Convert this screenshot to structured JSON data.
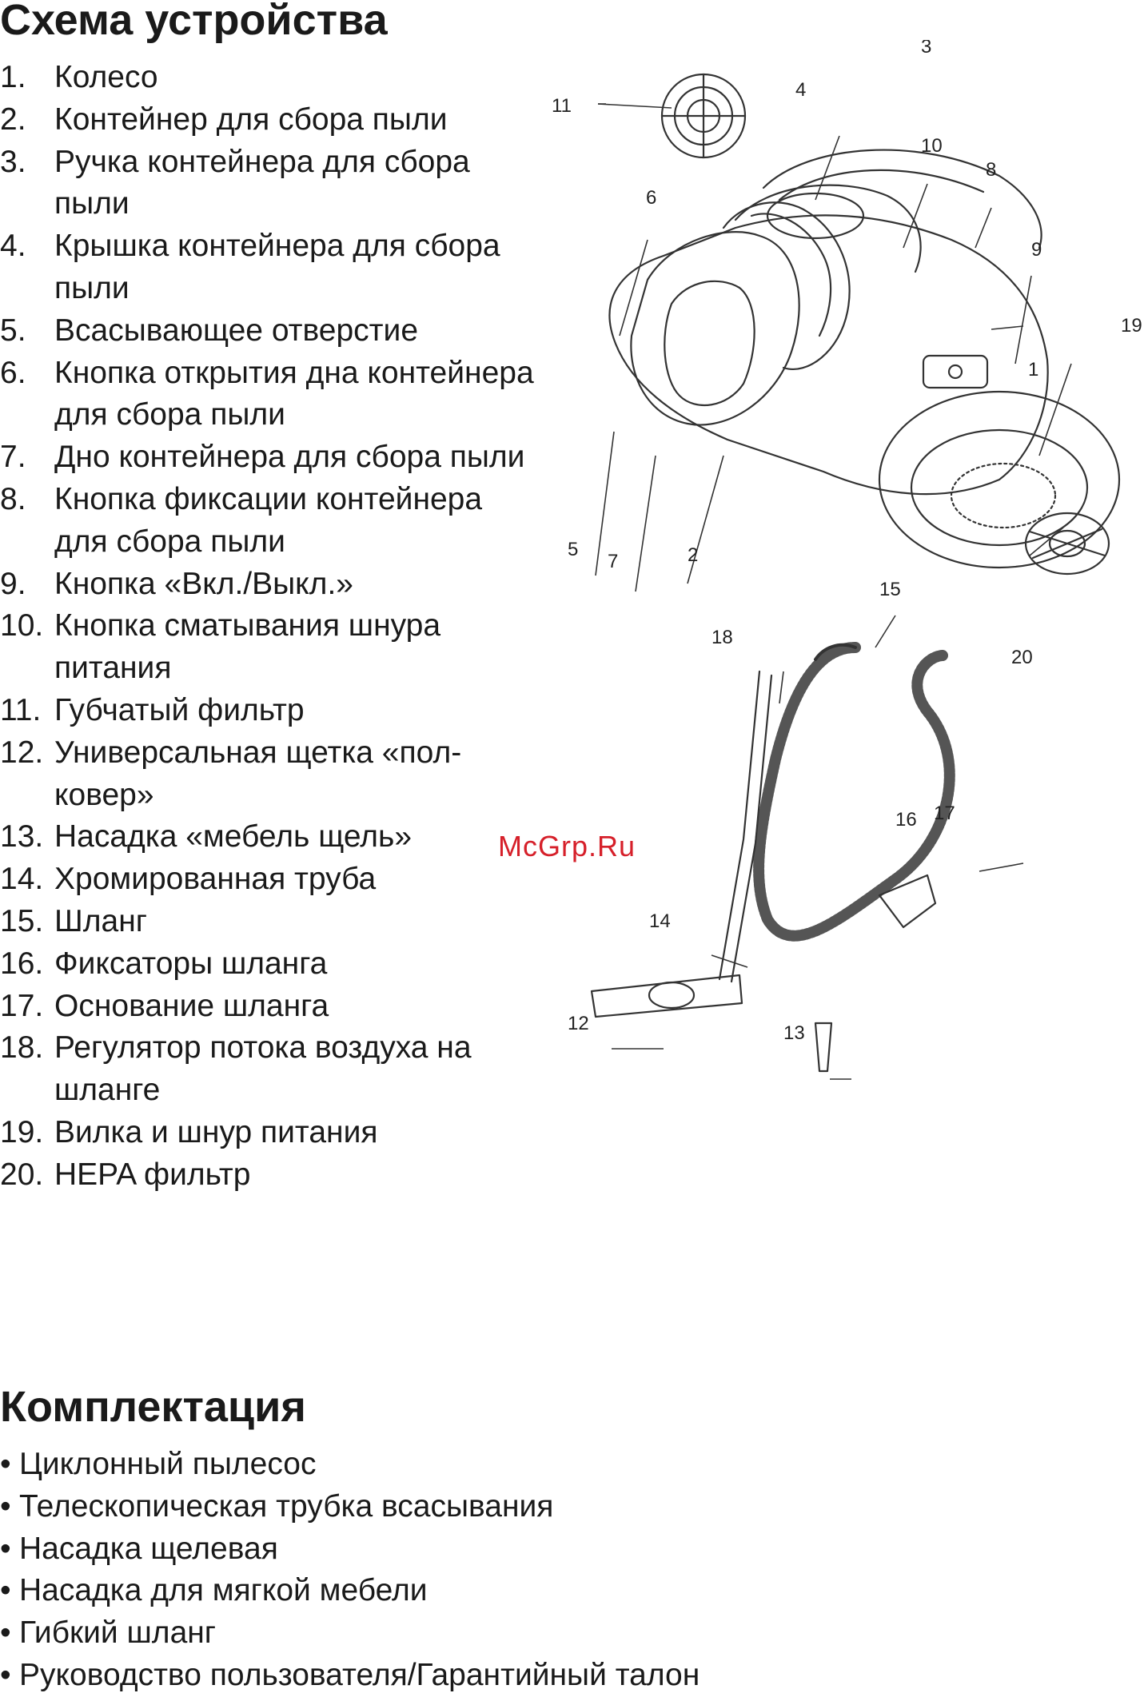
{
  "device_scheme": {
    "title": "Схема устройства",
    "items": [
      {
        "num": "1.",
        "text": "Колесо"
      },
      {
        "num": "2.",
        "text": "Контейнер для сбора пыли"
      },
      {
        "num": "3.",
        "text": "Ручка контейнера для сбора пыли"
      },
      {
        "num": "4.",
        "text": "Крышка контейнера для сбора пыли"
      },
      {
        "num": "5.",
        "text": "Всасывающее отверстие"
      },
      {
        "num": "6.",
        "text": "Кнопка открытия дна контейнера для сбора пыли"
      },
      {
        "num": "7.",
        "text": "Дно контейнера для сбора пыли"
      },
      {
        "num": "8.",
        "text": "Кнопка фиксации контейнера для сбора пыли"
      },
      {
        "num": "9.",
        "text": "Кнопка «Вкл./Выкл.»"
      },
      {
        "num": "10.",
        "text": "Кнопка сматывания шнура питания"
      },
      {
        "num": "11.",
        "text": "Губчатый фильтр"
      },
      {
        "num": "12.",
        "text": "Универсальная щетка «пол-ковер»"
      },
      {
        "num": "13.",
        "text": "Насадка «мебель щель»"
      },
      {
        "num": "14.",
        "text": "Хромированная труба"
      },
      {
        "num": "15.",
        "text": "Шланг"
      },
      {
        "num": "16.",
        "text": "Фиксаторы шланга"
      },
      {
        "num": "17.",
        "text": "Основание шланга"
      },
      {
        "num": "18.",
        "text": "Регулятор потока воздуха на шланге"
      },
      {
        "num": "19.",
        "text": "Вилка и шнур питания"
      },
      {
        "num": "20.",
        "text": "HEPA фильтр"
      }
    ]
  },
  "diagram": {
    "callouts": [
      "1",
      "2",
      "3",
      "4",
      "5",
      "6",
      "7",
      "8",
      "9",
      "10",
      "11",
      "12",
      "13",
      "14",
      "15",
      "16",
      "17",
      "18",
      "19",
      "20"
    ]
  },
  "watermark": "McGrp.Ru",
  "package": {
    "title": "Комплектация",
    "bullet": "•",
    "items": [
      "Циклонный пылесос",
      "Телескопическая трубка всасывания",
      "Насадка щелевая",
      "Насадка для мягкой мебели",
      "Гибкий шланг",
      "Руководство пользователя/Гарантийный талон"
    ]
  }
}
